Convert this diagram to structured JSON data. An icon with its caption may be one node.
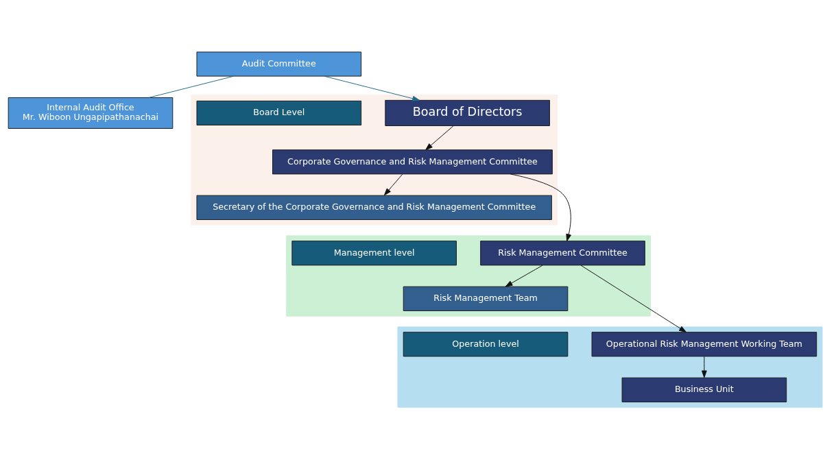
{
  "diagram": {
    "nodes": [
      {
        "text": [],
        "shape": "band"
      },
      {
        "text": [
          "Board Level"
        ],
        "in": 0
      },
      {
        "text": [
          "Board of Directors"
        ],
        "in": 0
      },
      {
        "text": [
          "Corporate Governance and Risk Management Committee"
        ],
        "in": 0
      },
      {
        "text": [
          "Secretary of the Corporate Governance and Risk Management Committee"
        ],
        "in": 0
      },
      {
        "text": [],
        "shape": "band"
      },
      {
        "text": [
          "Management level"
        ],
        "in": 5
      },
      {
        "text": [
          "Risk Management Committee"
        ],
        "in": 5
      },
      {
        "text": [
          "Risk Management Team"
        ],
        "in": 5
      },
      {
        "text": [],
        "shape": "band"
      },
      {
        "text": [
          "Operation level"
        ],
        "in": 9
      },
      {
        "text": [
          "Operational Risk Management Working Team"
        ],
        "in": 9
      },
      {
        "text": [
          "Business Unit"
        ],
        "in": 9
      },
      {
        "text": [
          "Audit Committee"
        ]
      },
      {
        "text": [
          "Internal Audit Office",
          "Mr. Wiboon Ungapipathanachai"
        ]
      }
    ],
    "edges": [
      {
        "from": 13,
        "to": 2,
        "arrow": "to",
        "color": "#1f6a8a"
      },
      {
        "from": 2,
        "to": 3,
        "arrow": "to"
      },
      {
        "from": 3,
        "to": 4,
        "arrow": "to"
      },
      {
        "from": 3,
        "to": 7,
        "arrow": "to"
      },
      {
        "from": 7,
        "to": 8,
        "arrow": "to"
      },
      {
        "from": 7,
        "to": 11,
        "arrow": "to"
      },
      {
        "from": 11,
        "to": 12,
        "arrow": "to"
      },
      {
        "from": 13,
        "to": 14,
        "arrow": "none",
        "color": "#1f6a8a"
      }
    ]
  }
}
